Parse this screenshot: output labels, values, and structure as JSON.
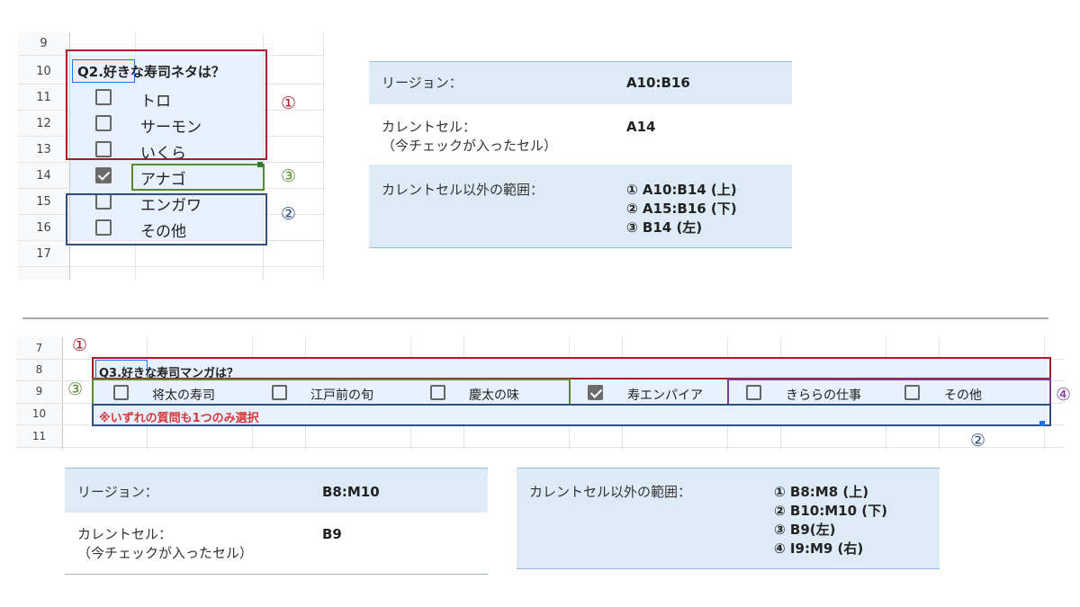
{
  "top_sheet": {
    "rows": [
      "9",
      "10",
      "11",
      "12",
      "13",
      "14",
      "15",
      "16",
      "17"
    ],
    "question": "Q2.好きな寿司ネタは？",
    "question_part_a": "Q2.好き",
    "question_part_b": "な寿司ネタは？",
    "items": [
      {
        "label": "トロ",
        "checked": false
      },
      {
        "label": "サーモン",
        "checked": false
      },
      {
        "label": "いくら",
        "checked": false
      },
      {
        "label": "アナゴ",
        "checked": true
      },
      {
        "label": "エンガワ",
        "checked": false
      },
      {
        "label": "その他",
        "checked": false
      }
    ],
    "markers": {
      "one": "①",
      "two": "②",
      "three": "③"
    }
  },
  "top_info": {
    "region_label": "リージョン：",
    "region_value": "A10:B16",
    "current_label": "カレントセル：",
    "current_sub": "（今チェックが入ったセル）",
    "current_value": "A14",
    "other_label": "カレントセル以外の範囲：",
    "other_values": [
      "① A10:B14 (上)",
      "② A15:B16 (下)",
      "③ B14 (左)"
    ]
  },
  "bottom_sheet": {
    "rows": [
      "7",
      "8",
      "9",
      "10",
      "11"
    ],
    "question_part_a": "Q3.好き",
    "question_part_b": "な寿司マンガは？",
    "note": "※いずれの質問も1つのみ選択",
    "options": [
      {
        "label": "将太の寿司",
        "checked": false
      },
      {
        "label": "江戸前の旬",
        "checked": false
      },
      {
        "label": "慶太の味",
        "checked": false
      },
      {
        "label": "寿エンパイア",
        "checked": true
      },
      {
        "label": "きららの仕事",
        "checked": false
      },
      {
        "label": "その他",
        "checked": false
      }
    ],
    "markers": {
      "one": "①",
      "two": "②",
      "three": "③",
      "four": "④"
    }
  },
  "bottom_info_left": {
    "region_label": "リージョン：",
    "region_value": "B8:M10",
    "current_label": "カレントセル：",
    "current_sub": "（今チェックが入ったセル）",
    "current_value": "B9"
  },
  "bottom_info_right": {
    "other_label": "カレントセル以外の範囲：",
    "other_values": [
      "① B8:M8 (上)",
      "② B10:M10 (下)",
      "③ B9(左)",
      "④ I9:M9 (右)"
    ]
  },
  "colors": {
    "red_box": "#a61c2a",
    "green_box": "#5a8a2e",
    "blue_box": "#2e4f80",
    "purple_box": "#7a3a9a",
    "selection_fill": "#e8f0fe",
    "info_fill": "#ddebf7",
    "note_red": "#d33a3a"
  }
}
